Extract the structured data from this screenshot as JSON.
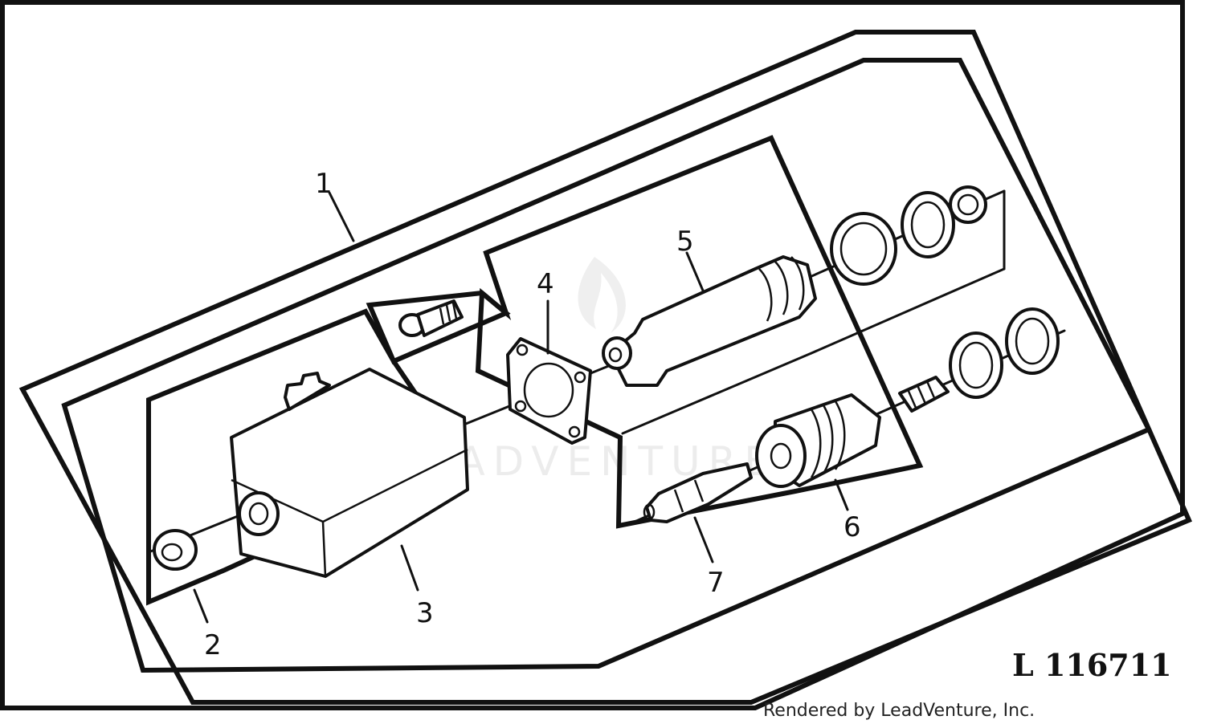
{
  "diagram": {
    "callouts": [
      {
        "label": "1"
      },
      {
        "label": "2"
      },
      {
        "label": "3"
      },
      {
        "label": "4"
      },
      {
        "label": "5"
      },
      {
        "label": "6"
      },
      {
        "label": "7"
      }
    ],
    "part_number": "L 116711",
    "credit": "Rendered by LeadVenture, Inc.",
    "watermark": "LEADVENTURE",
    "colors": {
      "ink": "#111111",
      "watermark": "#ececec",
      "background": "#ffffff"
    }
  }
}
